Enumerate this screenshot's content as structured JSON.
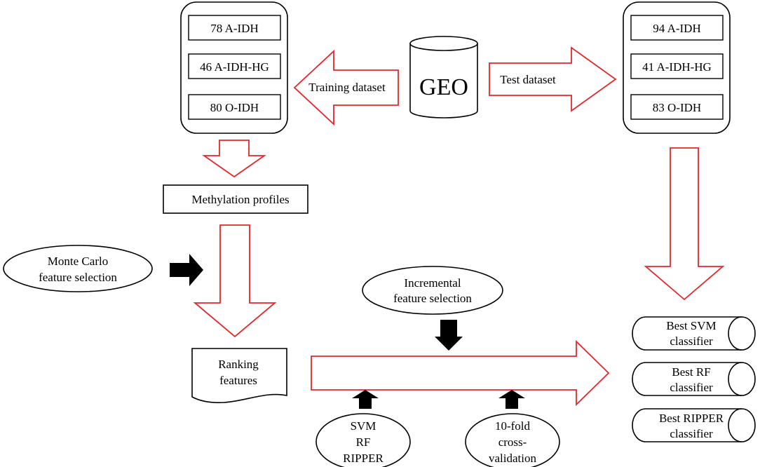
{
  "left_group": {
    "items": [
      "78 A-IDH",
      "46 A-IDH-HG",
      "80 O-IDH"
    ]
  },
  "right_group": {
    "items": [
      "94 A-IDH",
      "41 A-IDH-HG",
      "83 O-IDH"
    ]
  },
  "geo": {
    "label": "GEO"
  },
  "training_arrow": {
    "label": "Training dataset"
  },
  "test_arrow": {
    "label": "Test dataset"
  },
  "methylation": {
    "label": "Methylation profiles"
  },
  "monte_carlo": {
    "line1": "Monte Carlo",
    "line2": "feature selection"
  },
  "ranking": {
    "line1": "Ranking",
    "line2": "features"
  },
  "incremental": {
    "line1": "Incremental",
    "line2": "feature selection"
  },
  "algorithms": {
    "line1": "SVM",
    "line2": "RF",
    "line3": "RIPPER"
  },
  "cross_validation": {
    "line1": "10-fold",
    "line2": "cross-",
    "line3": "validation"
  },
  "classifiers": [
    {
      "line1": "Best SVM",
      "line2": "classifier"
    },
    {
      "line1": "Best RF",
      "line2": "classifier"
    },
    {
      "line1": "Best RIPPER",
      "line2": "classifier"
    }
  ],
  "colors": {
    "arrow_outline": "#e8262a",
    "stroke": "#000000",
    "fill": "#ffffff"
  }
}
